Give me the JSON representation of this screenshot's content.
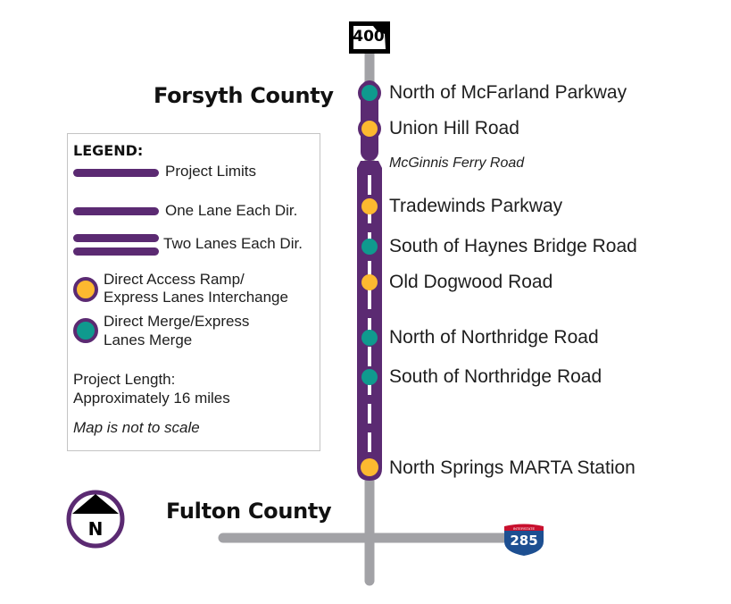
{
  "map": {
    "route_shield": {
      "label": "400",
      "type": "Georgia state route shield"
    },
    "interstate_shield": {
      "label": "285",
      "header": "INTERSTATE"
    },
    "counties": {
      "north": "Forsyth County",
      "south": "Fulton County"
    },
    "north_arrow": {
      "label": "N"
    },
    "stops": [
      {
        "name": "North of McFarland Parkway",
        "type": "merge"
      },
      {
        "name": "Union Hill Road",
        "type": "access"
      },
      {
        "name": "McGinnis Ferry Road",
        "type": "label-only"
      },
      {
        "name": "Tradewinds Parkway",
        "type": "access"
      },
      {
        "name": "South of Haynes Bridge Road",
        "type": "merge"
      },
      {
        "name": "Old Dogwood Road",
        "type": "access"
      },
      {
        "name": "North of Northridge Road",
        "type": "merge"
      },
      {
        "name": "South of Northridge Road",
        "type": "merge"
      },
      {
        "name": "North Springs MARTA Station",
        "type": "access"
      }
    ],
    "colors": {
      "project_purple": "#5b2a72",
      "access_yellow": "#fdb930",
      "merge_teal": "#0f9a8e",
      "road_gray": "#a2a2a6",
      "interstate_blue": "#1d4f91",
      "interstate_red": "#c8102e"
    }
  },
  "legend": {
    "title": "LEGEND:",
    "items": [
      {
        "label": "Project Limits",
        "symbol": "single-bar"
      },
      {
        "label": "One Lane Each Dir.",
        "symbol": "single-bar"
      },
      {
        "label": "Two Lanes Each Dir.",
        "symbol": "double-bar"
      },
      {
        "label_line1": "Direct Access Ramp/",
        "label_line2": "Express Lanes Interchange",
        "symbol": "yellow-dot"
      },
      {
        "label_line1": "Direct Merge/Express",
        "label_line2": "Lanes Merge",
        "symbol": "teal-dot"
      }
    ],
    "project_length_label": "Project Length:",
    "project_length_value": "Approximately 16 miles",
    "scale_note": "Map is not to scale"
  }
}
